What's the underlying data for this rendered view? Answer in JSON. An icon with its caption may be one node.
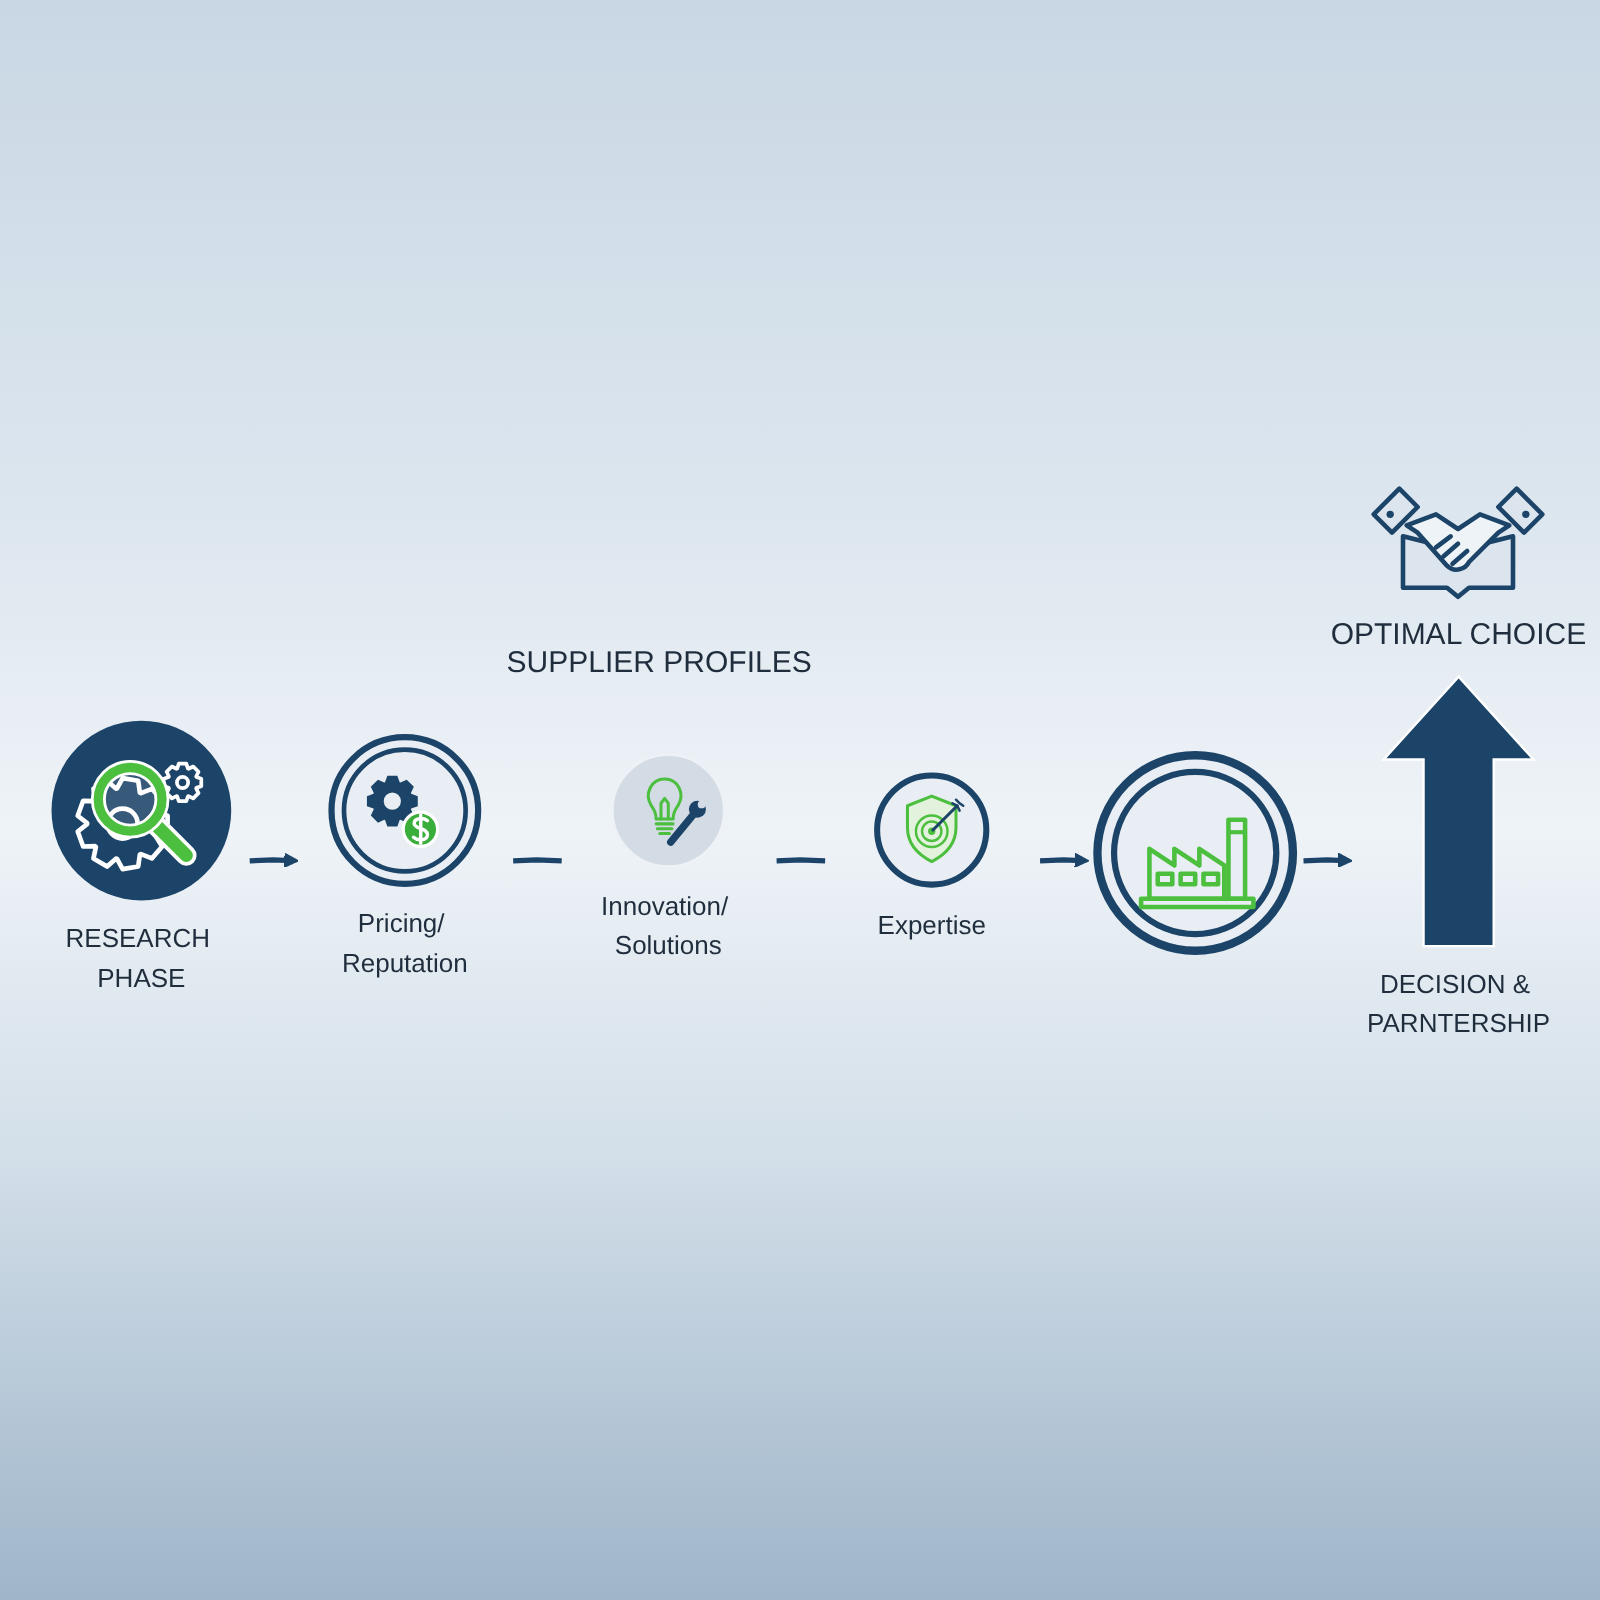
{
  "diagram": {
    "nodes": [
      {
        "text": [
          "RESEARCH PHASE"
        ]
      },
      {
        "text": [
          "Pricing/ Reputation"
        ]
      },
      {
        "text": [
          "Innovation/ Solutions"
        ]
      },
      {
        "text": [
          "Expertise"
        ]
      },
      {
        "text": [],
        "shape": "circle"
      },
      {
        "text": [
          "DECISION & PARNTERSHIP"
        ],
        "beside": [
          "OPTIMAL CHOICE"
        ]
      }
    ],
    "edges": [
      {
        "from": 0,
        "to": 1,
        "arrow": "to"
      },
      {
        "from": 1,
        "to": 2,
        "arrow": "none"
      },
      {
        "from": 2,
        "to": 3,
        "arrow": "none"
      },
      {
        "from": 3,
        "to": 4,
        "arrow": "to"
      },
      {
        "from": 4,
        "to": 5,
        "arrow": "to"
      }
    ],
    "labels": [
      "SUPPLIER PROFILES"
    ]
  }
}
